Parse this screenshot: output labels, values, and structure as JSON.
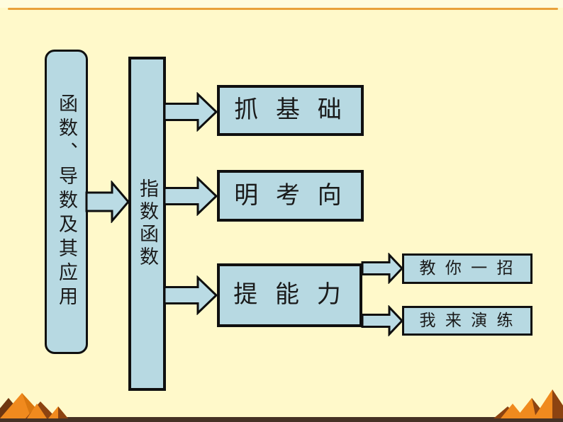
{
  "slide": {
    "background_color": "#FFF9CA",
    "accent_line_color": "#E9A13B",
    "bottom_bar_color": "#463225",
    "node_fill_color": "#B7D9E2",
    "node_border_color": "#101010",
    "mountain_colors": {
      "orange": "#F08A1E",
      "dark_orange": "#D9770F",
      "brown": "#8C4311",
      "dark_brown": "#6E3610"
    }
  },
  "diagram": {
    "root_node": {
      "label": "函数、导数及其应用"
    },
    "level2_node": {
      "label": "指数函数"
    },
    "branches": [
      {
        "label": "抓 基 础"
      },
      {
        "label": "明 考 向"
      },
      {
        "label": "提 能 力"
      }
    ],
    "leaves": [
      {
        "label": "教 你 一 招"
      },
      {
        "label": "我 来 演 练"
      }
    ]
  }
}
